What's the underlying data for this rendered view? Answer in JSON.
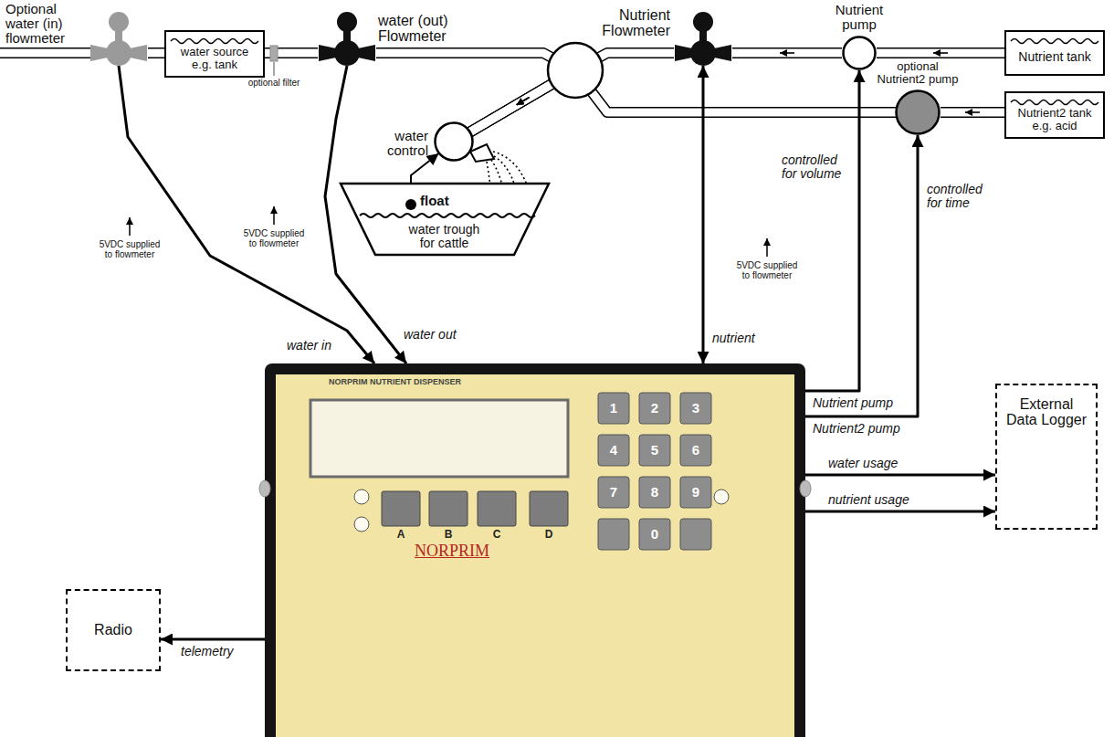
{
  "diagram": {
    "nodes": [
      {
        "text": [
          "Optional water (in) flowmeter"
        ]
      },
      {
        "text": [
          "water source e.g. tank"
        ]
      },
      {
        "text": [
          "water (out) Flowmeter"
        ]
      },
      {
        "text": [
          "Nutrient Flowmeter"
        ]
      },
      {
        "text": [
          "Nutrient pump"
        ]
      },
      {
        "text": [
          "Nutrient tank"
        ]
      },
      {
        "text": [
          "optional Nutrient2 pump"
        ]
      },
      {
        "text": [
          "Nutrient2 tank e.g. acid"
        ]
      },
      {
        "text": [
          "water control"
        ]
      },
      {
        "text": [
          "float",
          "water trough for cattle"
        ]
      },
      {
        "text": [
          "NORPRIM NUTRIENT DISPENSER",
          "NORPRIM"
        ]
      },
      {
        "text": [
          "Radio"
        ]
      },
      {
        "text": [
          "External Data Logger"
        ]
      }
    ],
    "edges": [
      {
        "from": 0,
        "to": 1,
        "arrow": "none"
      },
      {
        "from": 1,
        "to": 2,
        "arrow": "none"
      },
      {
        "from": 2,
        "to": 8,
        "arrow": "to"
      },
      {
        "from": 3,
        "to": 8,
        "arrow": "to"
      },
      {
        "from": 4,
        "to": 3,
        "arrow": "to"
      },
      {
        "from": 5,
        "to": 4,
        "arrow": "to"
      },
      {
        "from": 7,
        "to": 6,
        "arrow": "to"
      },
      {
        "from": 6,
        "to": 8,
        "arrow": "to"
      },
      {
        "from": 9,
        "to": 8,
        "arrow": "to"
      },
      {
        "from": 0,
        "to": 10,
        "label": "water in",
        "arrow": "to"
      },
      {
        "from": 2,
        "to": 10,
        "label": "water out",
        "arrow": "to"
      },
      {
        "from": 3,
        "to": 10,
        "label": "nutrient",
        "arrow": "both"
      },
      {
        "from": 10,
        "to": 4,
        "label": "Nutrient pump",
        "arrow": "to"
      },
      {
        "from": 10,
        "to": 6,
        "label": "Nutrient2 pump",
        "arrow": "to"
      },
      {
        "from": 10,
        "to": 12,
        "label": "water usage",
        "arrow": "to"
      },
      {
        "from": 10,
        "to": 12,
        "label": "nutrient usage",
        "arrow": "to"
      },
      {
        "from": 10,
        "to": 11,
        "label": "telemetry",
        "arrow": "to"
      }
    ],
    "labels": [
      "5VDC supplied to flowmeter",
      "5VDC supplied to flowmeter",
      "5VDC supplied to flowmeter",
      "optional filter",
      "controlled for volume",
      "controlled for time",
      "1",
      "2",
      "3",
      "4",
      "5",
      "6",
      "7",
      "8",
      "9",
      "0",
      "A",
      "B",
      "C",
      "D"
    ]
  }
}
